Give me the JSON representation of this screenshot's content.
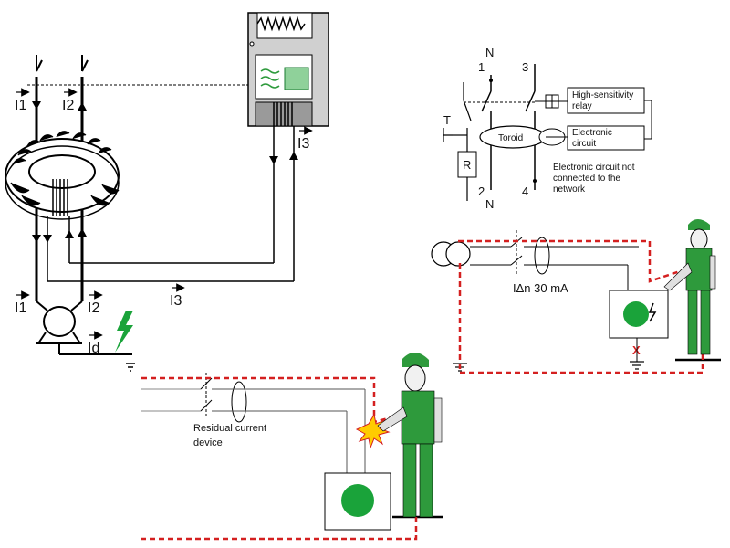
{
  "top_left": {
    "vector_I1": "I1",
    "vector_I2": "I2",
    "vector_I3_relay": "I3",
    "vector_I3_loop": "I3",
    "vector_I1_bottom": "I1",
    "vector_I2_bottom": "I2",
    "vector_Id": "Id"
  },
  "top_right": {
    "n_top": "N",
    "n_bottom": "N",
    "terminal_1": "1",
    "terminal_2": "2",
    "terminal_3": "3",
    "terminal_4": "4",
    "test_label": "T",
    "resistor_label": "R",
    "toroid_label": "Toroid",
    "relay_label_line1": "High-sensitivity",
    "relay_label_line2": "relay",
    "circuit_label_line1": "Electronic",
    "circuit_label_line2": "circuit",
    "note_line1": "Electronic circuit not",
    "note_line2": "connected to the",
    "note_line3": "network"
  },
  "right_scene": {
    "rating": "IΔn 30 mA",
    "fault_mark": "X"
  },
  "bottom_scene": {
    "rcd_label_line1": "Residual current",
    "rcd_label_line2": "device"
  },
  "colors": {
    "fault_path": "#d42020",
    "worker_green": "#2e9a3c",
    "machine_green": "#1aa33a",
    "lightning": "#1aa33a",
    "spark": "#ffcc00"
  }
}
